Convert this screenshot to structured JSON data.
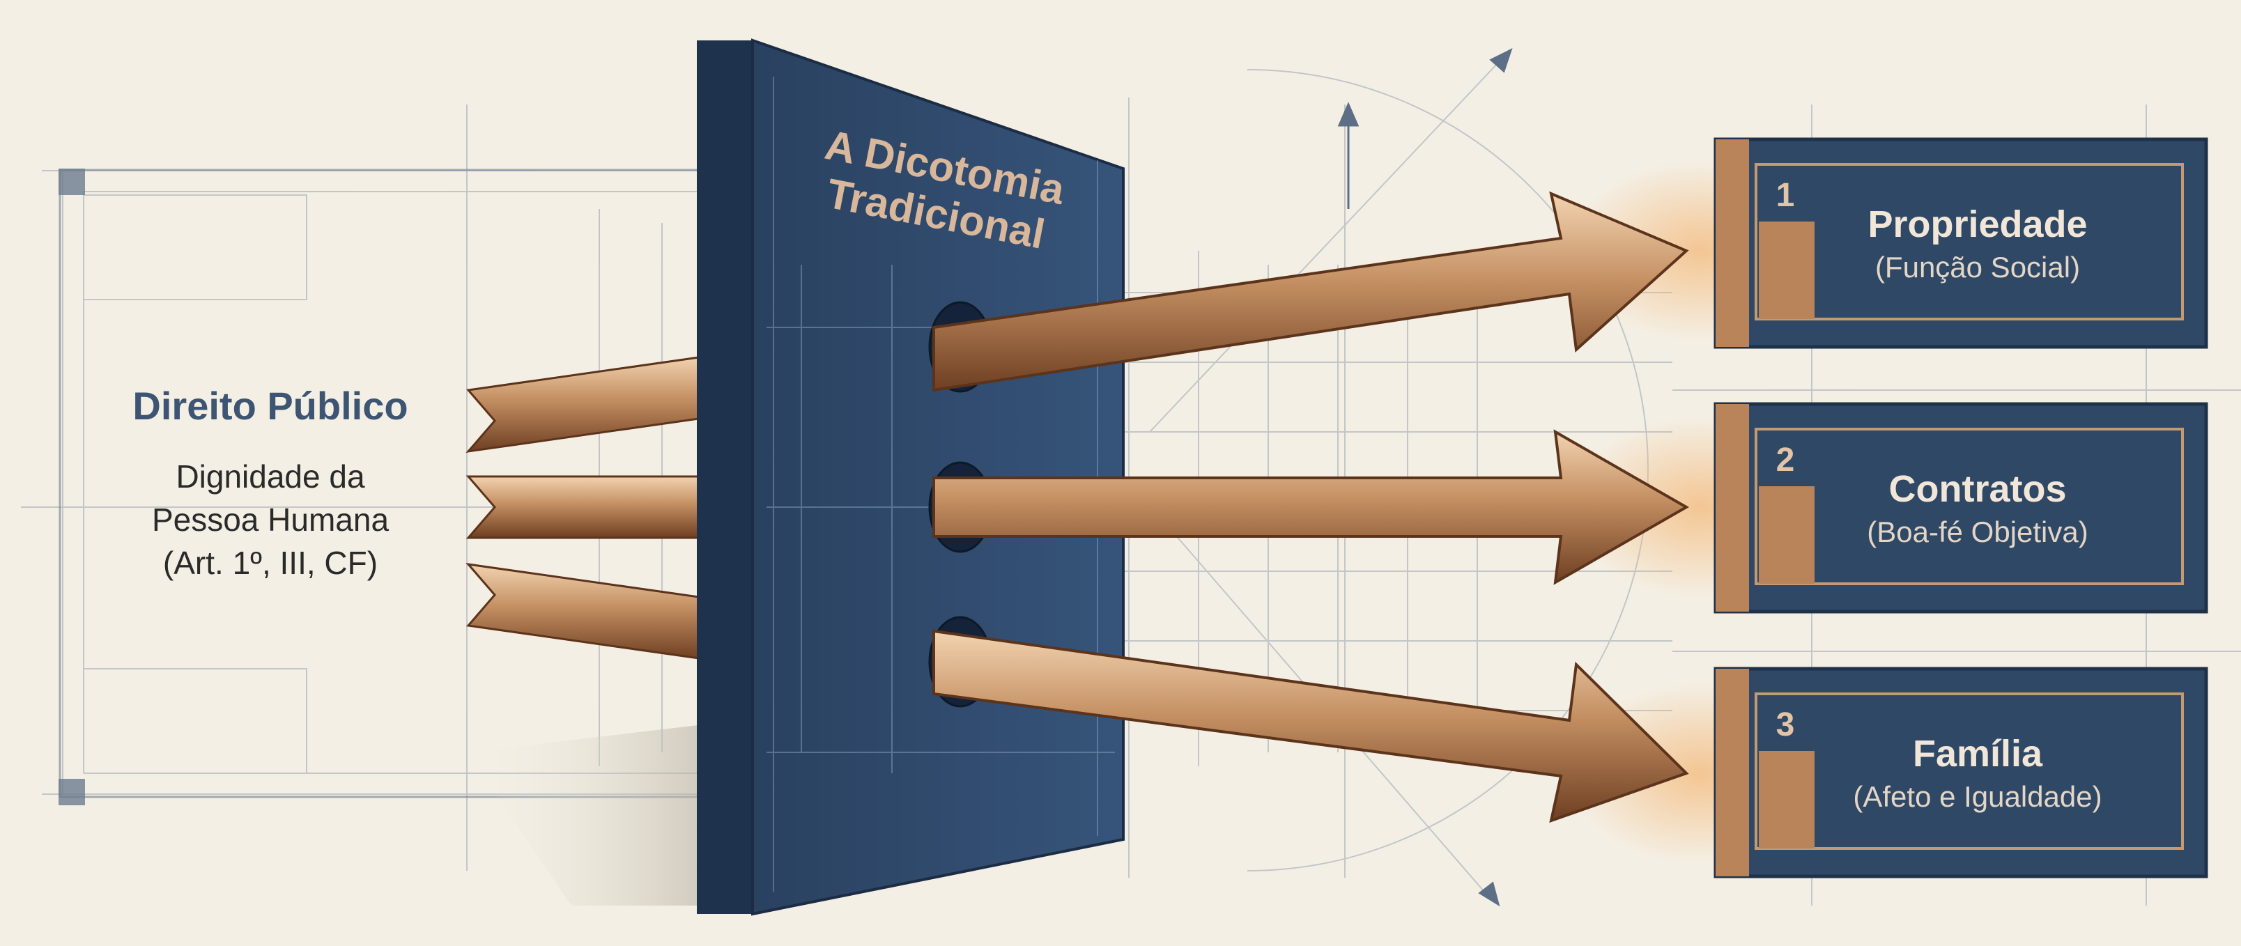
{
  "left_block": {
    "title": "Direito Público",
    "line1": "Dignidade da",
    "line2": "Pessoa Humana",
    "line3": "(Art. 1º, III, CF)"
  },
  "book": {
    "title_line1": "A Dicotomia",
    "title_line2": "Tradicional"
  },
  "outcomes": [
    {
      "number": "1",
      "title": "Propriedade",
      "subtitle": "(Função Social)"
    },
    {
      "number": "2",
      "title": "Contratos",
      "subtitle": "(Boa-fé Objetiva)"
    },
    {
      "number": "3",
      "title": "Família",
      "subtitle": "(Afeto e Igualdade)"
    }
  ],
  "colors": {
    "background": "#f4efe4",
    "navy": "#2f4866",
    "copper": "#b9845a",
    "title_blue": "#3d5573"
  }
}
